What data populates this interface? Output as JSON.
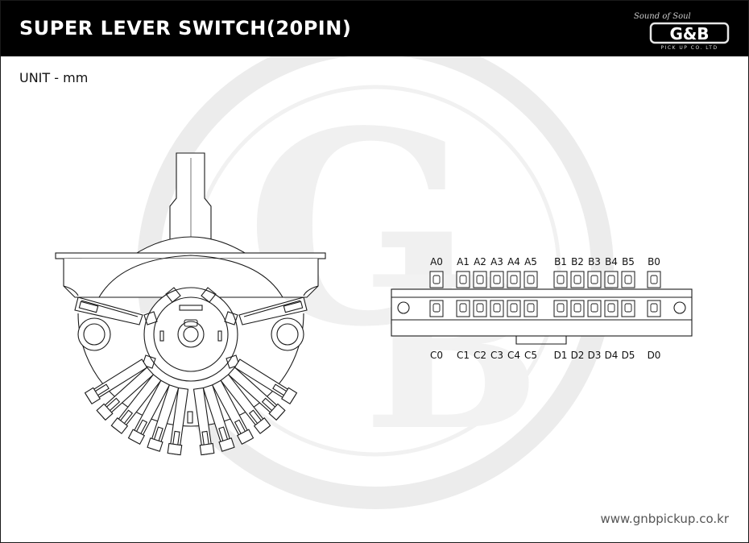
{
  "header": {
    "title": "SUPER LEVER SWITCH(20PIN)",
    "logo_script": "Sound of Soul",
    "logo_mark": "G&B",
    "logo_sub": "PICK UP CO. LTD"
  },
  "unit_label": "UNIT - mm",
  "footer": {
    "website": "www.gnbpickup.co.kr"
  },
  "pins": {
    "top": [
      "A0",
      "A1",
      "A2",
      "A3",
      "A4",
      "A5",
      "B1",
      "B2",
      "B3",
      "B4",
      "B5",
      "B0"
    ],
    "bottom": [
      "C0",
      "C1",
      "C2",
      "C3",
      "C4",
      "C5",
      "D1",
      "D2",
      "D3",
      "D4",
      "D5",
      "D0"
    ]
  },
  "colors": {
    "header_bg": "#000000",
    "header_text": "#ffffff",
    "line": "#1a1a1a",
    "watermark": "#ececec"
  }
}
